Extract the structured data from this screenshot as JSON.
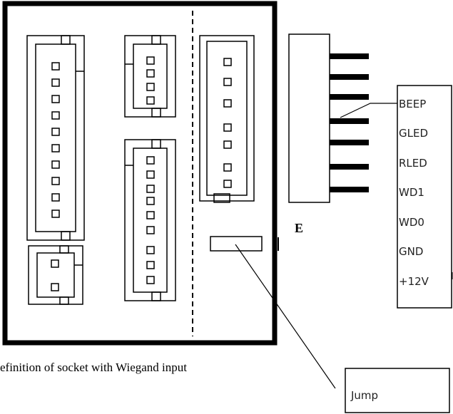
{
  "pin_labels": [
    "BEEP",
    "GLED",
    "RLED",
    "WD1",
    "WD0",
    "GND",
    "+12V"
  ],
  "connector_letter": "E",
  "jump_label": "Jump",
  "caption": "efinition of socket with Wiegand input",
  "colors": {
    "line": "#000000",
    "text": "#222222",
    "background": "#ffffff"
  }
}
